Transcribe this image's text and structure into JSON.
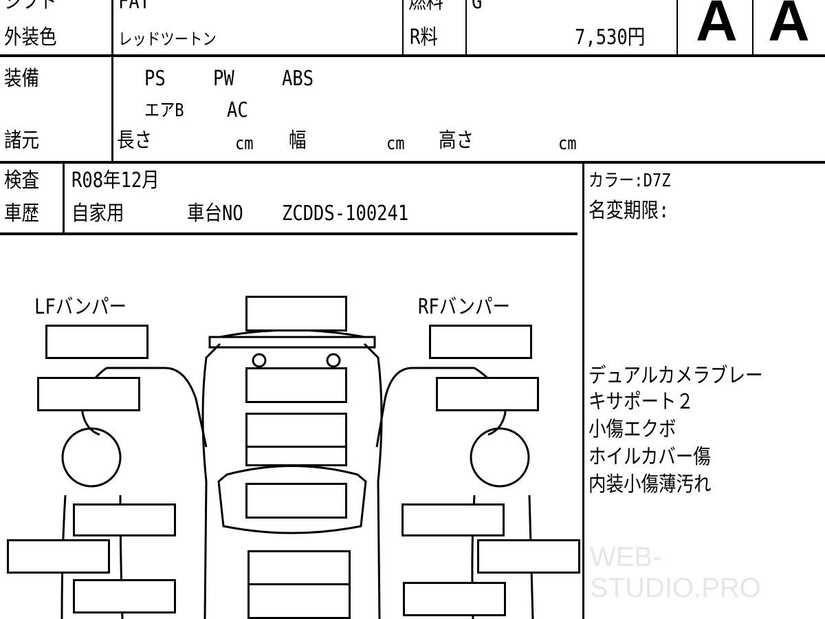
{
  "header": {
    "shift_label": "シフト",
    "shift_value": "FAT",
    "fuel_label": "燃料",
    "fuel_value": "G",
    "color_label": "外装色",
    "color_value": "レッドツートン",
    "r_fee_label": "R料",
    "r_fee_value": "7,530円",
    "grade_exterior": "A",
    "grade_interior": "A"
  },
  "equipment": {
    "label": "装備",
    "items": [
      "PS",
      "PW",
      "ABS",
      "エアB",
      "AC"
    ]
  },
  "specs": {
    "label": "諸元",
    "length_label": "長さ",
    "width_label": "幅",
    "height_label": "高さ",
    "unit": "cm"
  },
  "inspection": {
    "label": "検査",
    "value": "R08年12月",
    "history_label": "車歴",
    "usage": "自家用",
    "chassis_label": "車台NO",
    "chassis_no": "ZCDDS-100241",
    "color_code": "カラー:D7Z",
    "name_change_label": "名変期限:"
  },
  "diagram": {
    "lf_label": "LFバンパー",
    "rf_label": "RFバンパー"
  },
  "notes": [
    "デュアルカメラブレー",
    "キサポート２",
    "小傷エクボ",
    "ホイルカバー傷",
    "内装小傷薄汚れ"
  ],
  "watermark": "WEB-STUDIO.PRO"
}
